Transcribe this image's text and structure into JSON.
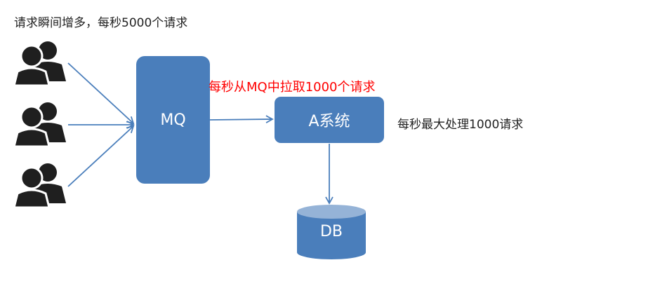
{
  "texts": {
    "top_caption": "请求瞬间增多，每秒5000个请求",
    "pull_caption": "每秒从MQ中拉取1000个请求",
    "capacity_caption": "每秒最大处理1000请求"
  },
  "nodes": {
    "mq_label": "MQ",
    "a_system_label": "A系统",
    "db_label": "DB"
  },
  "colors": {
    "node_fill": "#4a7ebb",
    "db_top": "#95b3d7",
    "arrow": "#4a7ebb",
    "highlight_text": "#ff0000",
    "user_icon": "#1f1f1f"
  },
  "icons": [
    "users-icon",
    "users-icon",
    "users-icon"
  ]
}
